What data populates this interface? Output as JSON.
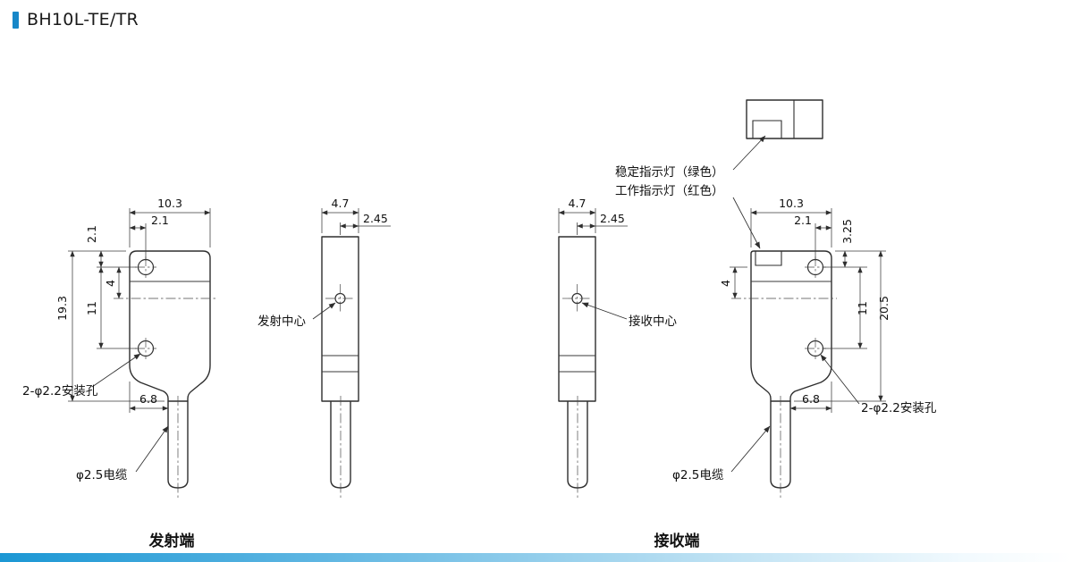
{
  "header": {
    "title": "BH10L-TE/TR"
  },
  "colors": {
    "accent": "#1787c8",
    "line": "#2e2e2e",
    "footer_left": "#1b97d4",
    "footer_right": "#ffffff"
  },
  "tx": {
    "caption": "发射端",
    "front": {
      "w": "10.3",
      "hole_dx": "2.1",
      "top_dy": "2.1",
      "d4": "4",
      "d11": "11",
      "h": "19.3",
      "cable_dx": "6.8",
      "holes": "2-φ2.2安装孔",
      "cable": "φ2.5电缆"
    },
    "side": {
      "w": "4.7",
      "c": "2.45",
      "center": "发射中心"
    }
  },
  "rx": {
    "caption": "接收端",
    "front": {
      "w": "10.3",
      "hole_dx": "2.1",
      "top_dy": "3.25",
      "d4": "4",
      "d11": "11",
      "h": "20.5",
      "cable_dx": "6.8",
      "holes": "2-φ2.2安装孔",
      "cable": "φ2.5电缆",
      "led_green": "稳定指示灯（绿色）",
      "led_red": "工作指示灯（红色）"
    },
    "side": {
      "w": "4.7",
      "c": "2.45",
      "center": "接收中心"
    }
  }
}
